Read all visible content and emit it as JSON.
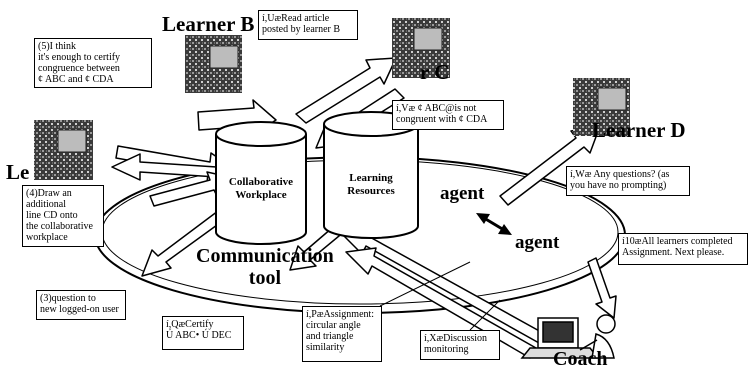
{
  "actors": {
    "learner_b": "Learner B",
    "learner_c": "r C",
    "learner_d": "Learner D",
    "learner_a": "Le",
    "coach": "Coach",
    "agent_1": "agent",
    "agent_2": "agent"
  },
  "center": {
    "workplace": "Collaborative\nWorkplace",
    "resources": "Learning\nResources",
    "comm_tool": "Communication\ntool"
  },
  "messages": {
    "m5": "(5)I think\nit's enough to certify\ncongruence between\n¢ ABC and ¢ CDA",
    "m_read": "í,UæRead article\nposted by learner B",
    "m_congruent": "í,Væ ¢ ABC@is not\ncongruent with ¢ CDA",
    "m4": "(4)Draw an\nadditional\nline CD onto\nthe collaborative\nworkplace",
    "m_questions": "í,Wæ Any questions? (as\nyou have no prompting)",
    "m10": "í10æAll learners completed\nAssignment. Next please.",
    "m3": "(3)question to\nnew logged-on user",
    "m_certify": "í,QæCertify\nÚ ABC• Ú DEC",
    "m_assignment": "í,PæAssignment:\ncircular angle\nand triangle\nsimilarity",
    "m_discussion": "í,XæDiscussion\nmonitoring"
  },
  "colors": {
    "ink": "#000000",
    "paper": "#ffffff",
    "screen_dark": "#2a2a2a",
    "screen_mid": "#8a8a8a"
  }
}
